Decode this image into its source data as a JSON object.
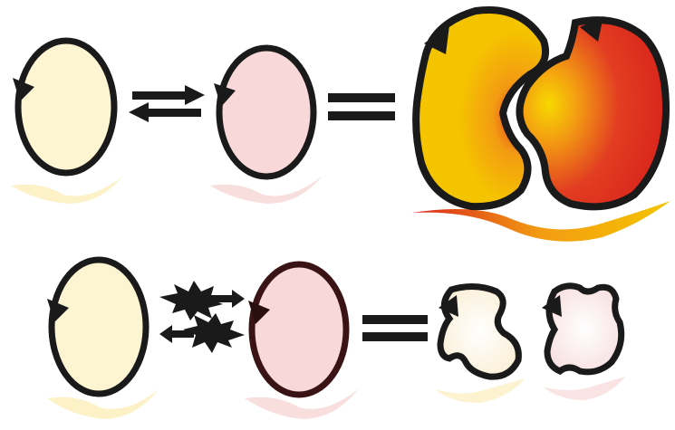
{
  "colors": {
    "outline": "#1a1a1a",
    "pale_yellow": "#fdf4d2",
    "pale_pink": "#f8d8d8",
    "gold": "#f5c400",
    "orange": "#f39c12",
    "red_orange": "#e23d22",
    "deep_red": "#d9261c",
    "shadow_yellow": "#fcebb0",
    "shadow_pink": "#f6d0d0"
  },
  "rows": [
    {
      "name": "compatible-relationship",
      "relation": "two-way-arrows",
      "result": "merged-glowing-pair"
    },
    {
      "name": "conflicting-relationship",
      "relation": "two-way-clash-arrows",
      "result": "broken-shells"
    }
  ],
  "icons": {
    "equals": "equals-icon",
    "cycle": "circular-arrow-icon",
    "clash": "starburst-icon"
  }
}
